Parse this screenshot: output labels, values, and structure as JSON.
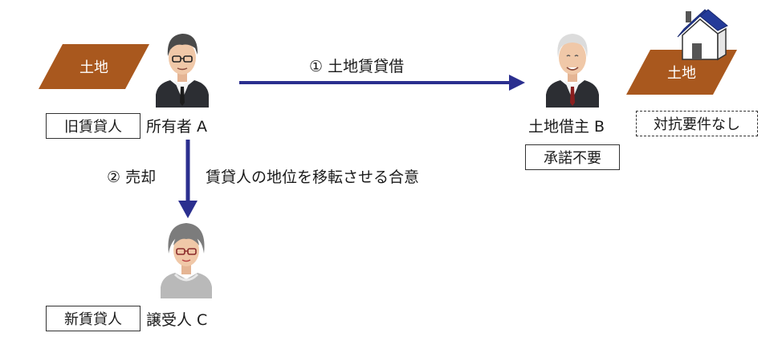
{
  "land_left": {
    "label": "土地"
  },
  "land_right": {
    "label": "土地"
  },
  "owner_a": {
    "name": "所有者 A",
    "role": "旧賃貸人"
  },
  "lessee_b": {
    "name": "土地借主 B",
    "note": "承諾不要",
    "opposability": "対抗要件なし"
  },
  "transferee_c": {
    "name": "譲受人 C",
    "role": "新賃貸人"
  },
  "arrow_lease": {
    "label": "① 土地賃貸借"
  },
  "arrow_sale": {
    "label": "② 売却",
    "description": "賃貸人の地位を移転させる合意"
  },
  "colors": {
    "arrow": "#2b2f8f",
    "land": "#a9581e",
    "roof": "#243b99"
  }
}
